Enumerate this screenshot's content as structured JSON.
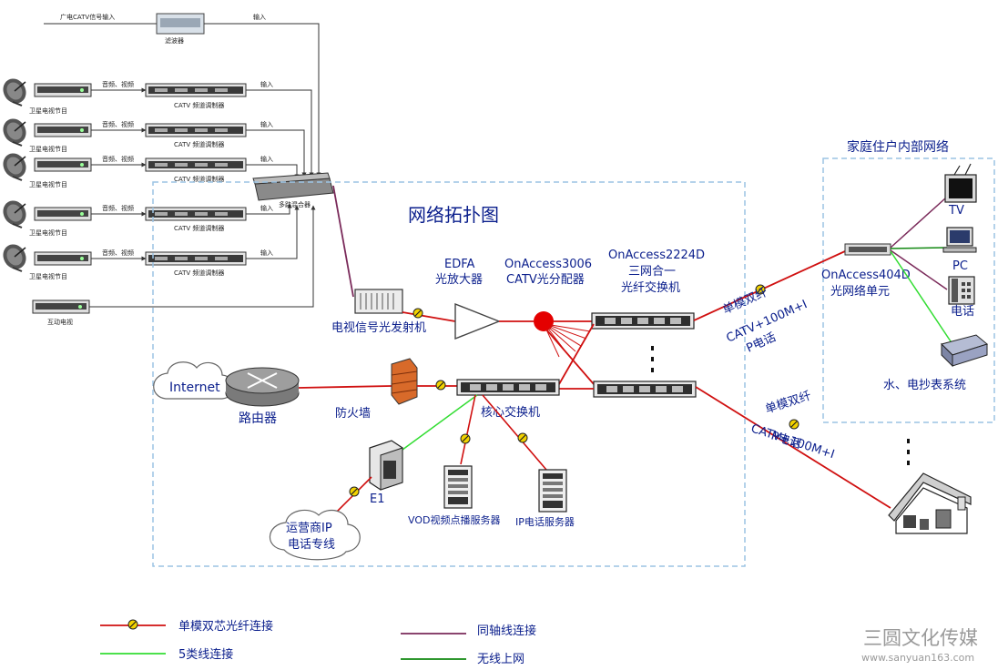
{
  "diagram": {
    "title": "网络拓扑图",
    "home_network_title": "家庭住户内部网络",
    "headend": {
      "catv_input_label": "广电CATV信号输入",
      "filter_label": "滤波器",
      "input_label": "输入",
      "sat_label": "卫星电视节目",
      "av_label": "音频、视频",
      "modulator_label": "CATV 频道调制器",
      "mixer_label": "多路混合器",
      "interactive_tv_label": "互动电视"
    },
    "devices": {
      "transmitter": "电视信号光发射机",
      "edfa_line1": "EDFA",
      "edfa_line2": "光放大器",
      "splitter_line1": "OnAccess3006",
      "splitter_line2": "CATV光分配器",
      "switch2224_line1": "OnAccess2224D",
      "switch2224_line2": "三网合一",
      "switch2224_line3": "光纤交换机",
      "onu_line1": "OnAccess404D",
      "onu_line2": "光网络单元",
      "internet": "Internet",
      "router": "路由器",
      "firewall": "防火墙",
      "core_switch": "核心交换机",
      "e1": "E1",
      "vod_server": "VOD视频点播服务器",
      "ip_phone_server": "IP电话服务器",
      "carrier_line1": "运营商IP",
      "carrier_line2": "电话专线",
      "tv": "TV",
      "pc": "PC",
      "phone": "电话",
      "meter_system": "水、电抄表系统"
    },
    "fiber_label_1": {
      "line1": "单模双纤",
      "line2": "CATV+100M+I",
      "line3": "P电话"
    },
    "fiber_label_2": {
      "line1": "单模双纤",
      "line2": "CATV+100M+I",
      "line3": "P电话"
    }
  },
  "legend": {
    "fiber": "单模双芯光纤连接",
    "cat5": "5类线连接",
    "coax": "同轴线连接",
    "wireless": "无线上网"
  },
  "watermark": {
    "brand": "三圆文化传媒",
    "url": "www.sanyuan163.com"
  },
  "colors": {
    "fiber": "#d01010",
    "cat5": "#33dd33",
    "coax": "#7a2a5a",
    "wireless": "#118811",
    "dash_border": "#9cc4e4",
    "label_blue": "#0a1e8c"
  }
}
